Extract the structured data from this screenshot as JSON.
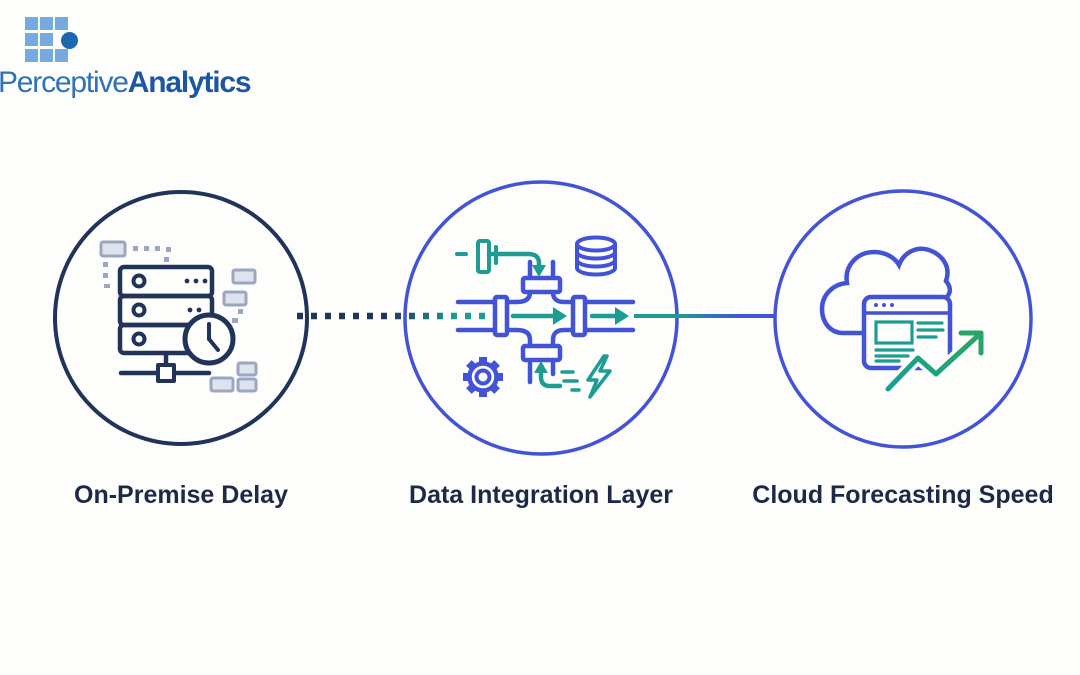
{
  "logo": {
    "brand_first": "Perceptive",
    "brand_second": "Analytics",
    "grid_icon": "blue-squares-grid-with-dot"
  },
  "diagram": {
    "nodes": [
      {
        "id": "on-premise-delay",
        "label": "On-Premise Delay",
        "icon": "server-stack-with-clock-icon",
        "ring_color": "#22335a"
      },
      {
        "id": "data-integration-layer",
        "label": "Data Integration Layer",
        "icon": "pipeline-junction-icon",
        "ring_color": "#4353d6"
      },
      {
        "id": "cloud-forecasting-speed",
        "label": "Cloud Forecasting Speed",
        "icon": "cloud-browser-trend-icon",
        "ring_color": "#4353d6"
      }
    ],
    "connectors": [
      {
        "from": "on-premise-delay",
        "to": "data-integration-layer",
        "style": "dotted",
        "color_start": "#22335a",
        "color_end": "#1d9c94"
      },
      {
        "from": "data-integration-layer",
        "to": "cloud-forecasting-speed",
        "style": "solid",
        "color_start": "#1d9c94",
        "color_end": "#4353d6"
      }
    ]
  },
  "colors": {
    "navy": "#22335a",
    "blue": "#4353d6",
    "teal": "#1d9c94",
    "green": "#2aa464",
    "chip_border": "#9ba6c0",
    "chip_fill": "#dfe3ed",
    "label_text": "#1d2947",
    "logo_square": "#74aade",
    "logo_dot": "#1d67b0",
    "logo_text_regular": "#2f72b5",
    "logo_text_bold": "#1c579f",
    "background": "#fdfdfb"
  }
}
